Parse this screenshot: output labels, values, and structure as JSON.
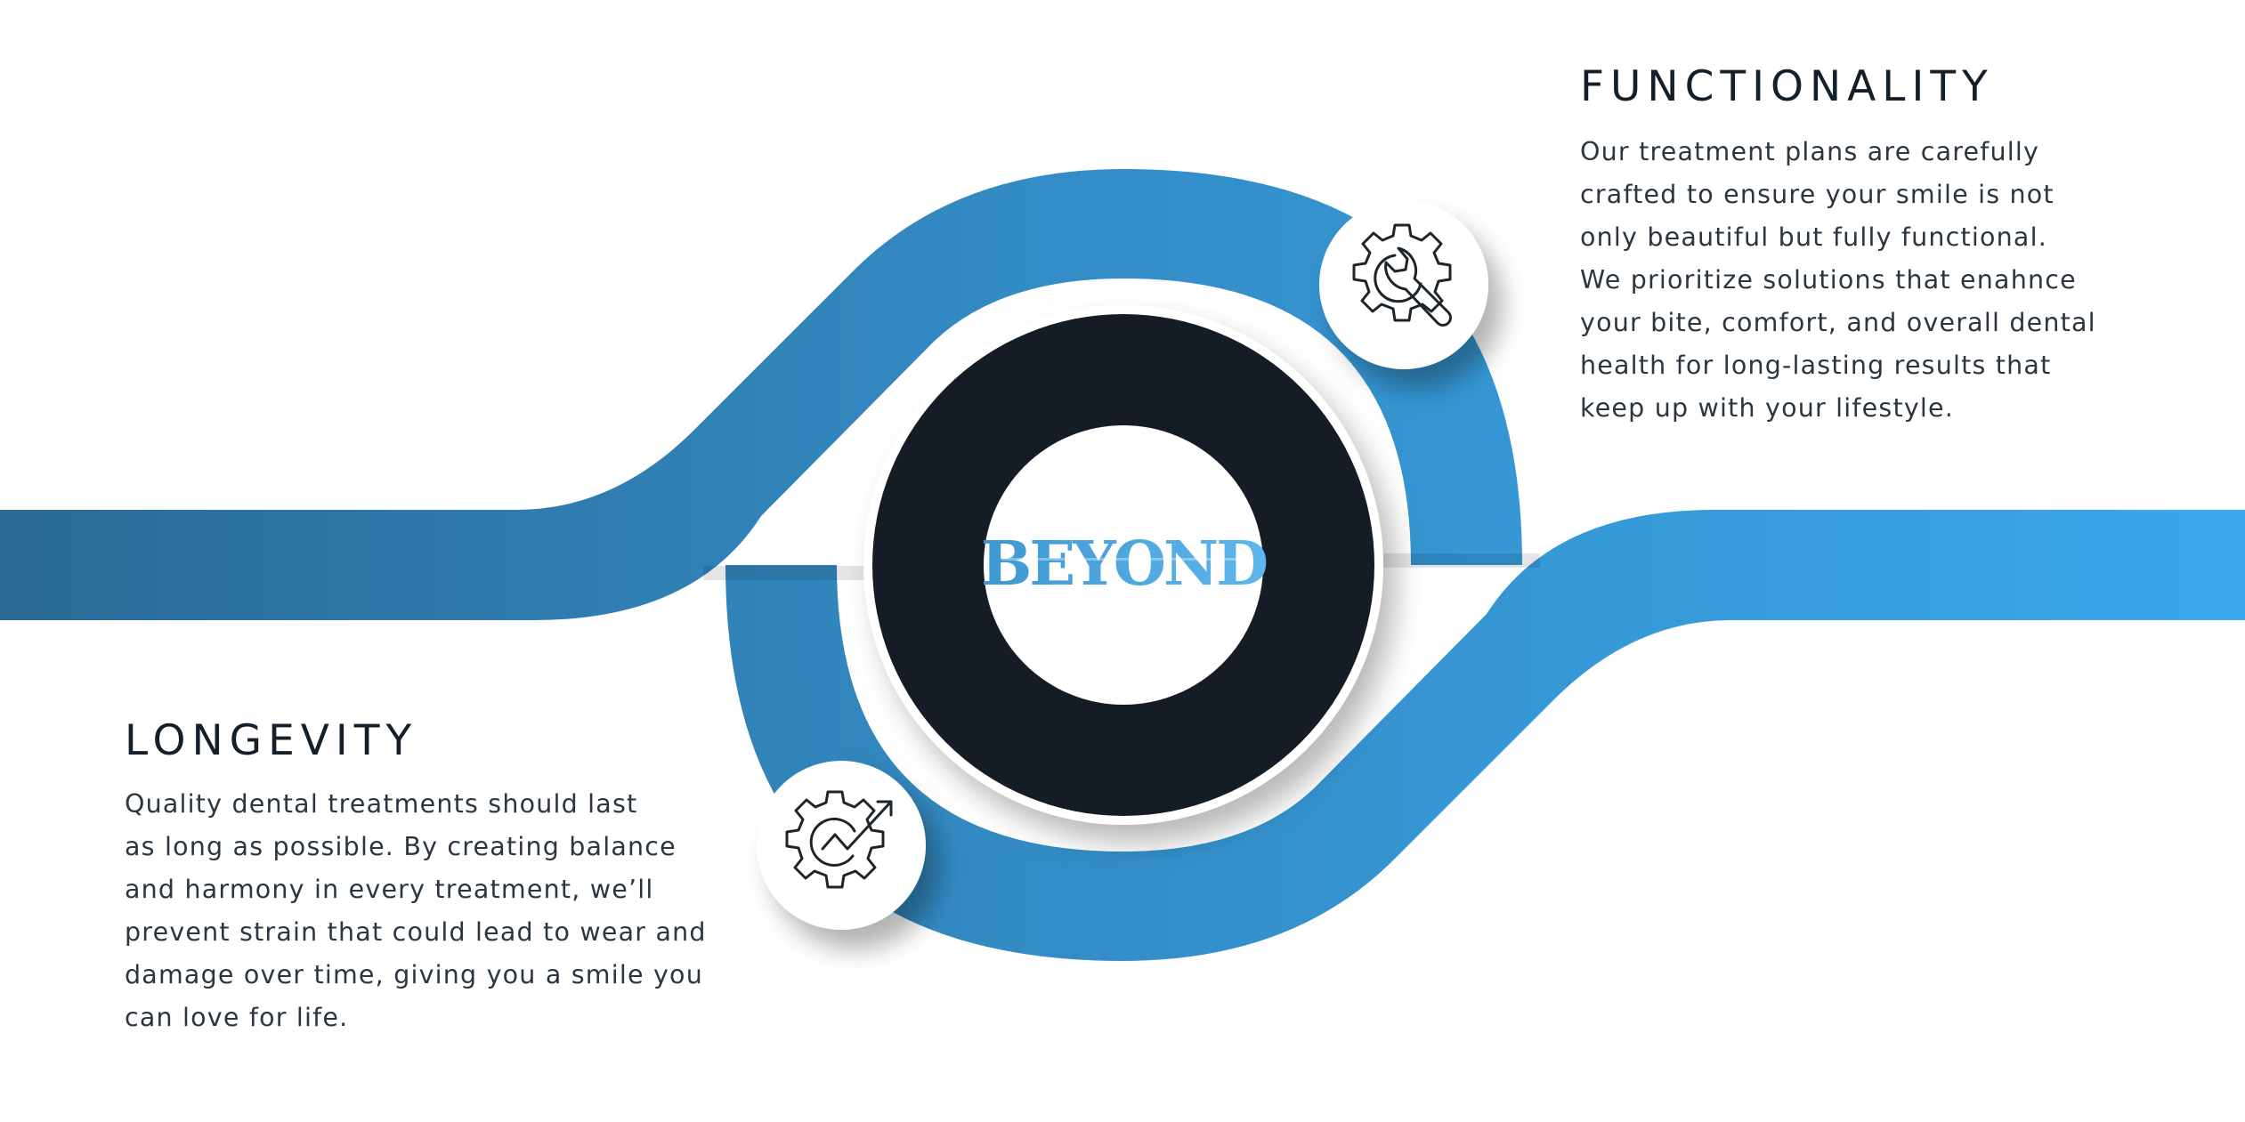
{
  "logo": {
    "text": "BEYOND"
  },
  "functionality": {
    "title": "FUNCTIONALITY",
    "lines": [
      "Our treatment plans are carefully",
      "crafted to ensure your smile is not",
      "only beautiful but fully functional.",
      "We prioritize solutions that enahnce",
      "your bite, comfort, and overall dental",
      "health for long-lasting results that",
      "keep up with your lifestyle."
    ],
    "icon": "gear-wrench-icon"
  },
  "longevity": {
    "title": "LONGEVITY",
    "lines": [
      "Quality dental treatments should last",
      "as long as possible. By creating balance",
      "and harmony in every treatment, we’ll",
      "prevent strain that could lead to wear and",
      "damage over time, giving you a smile you",
      "can love for life."
    ],
    "icon": "gear-growth-arrow-icon"
  },
  "colors": {
    "band_start": "#2a6a95",
    "band_end": "#3aa8ec",
    "ring": "#131f27",
    "text_dark": "#131f2a",
    "background": "#ffffff"
  }
}
